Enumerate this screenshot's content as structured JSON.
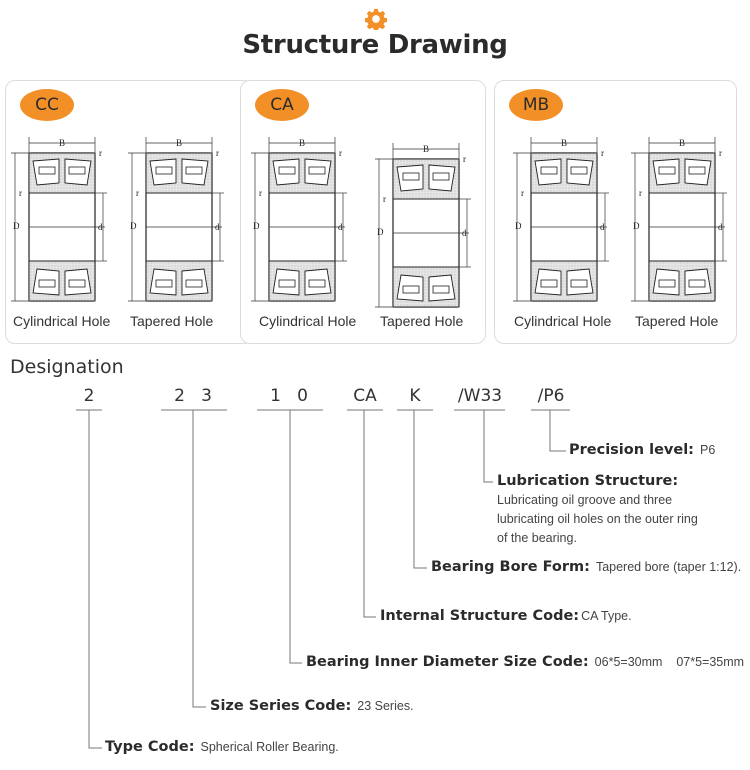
{
  "header": {
    "icon": "gear-icon",
    "title": "Structure Drawing",
    "accent_color": "#f29027"
  },
  "cards": [
    {
      "badge": "CC",
      "drawings": [
        {
          "caption": "Cylindrical Hole"
        },
        {
          "caption": "Tapered Hole"
        }
      ]
    },
    {
      "badge": "CA",
      "drawings": [
        {
          "caption": "Cylindrical Hole"
        },
        {
          "caption": "Tapered Hole"
        }
      ]
    },
    {
      "badge": "MB",
      "drawings": [
        {
          "caption": "Cylindrical Hole"
        },
        {
          "caption": "Tapered Hole"
        }
      ]
    }
  ],
  "drawing_labels": {
    "width": "B",
    "outer_diameter": "D",
    "inner_diameter": "d",
    "radius": "r"
  },
  "designation": {
    "title": "Designation",
    "codes": [
      "2",
      "2   3",
      "1   0",
      "CA",
      "K",
      "/W33",
      "/P6"
    ],
    "items": [
      {
        "label": "Precision level:",
        "value": "P6"
      },
      {
        "label": "Lubrication Structure:",
        "value": "Lubricating oil groove and three lubricating oil holes on the outer ring of the bearing."
      },
      {
        "label": "Bearing Bore Form:",
        "value": "Tapered bore (taper 1:12)."
      },
      {
        "label": "Internal Structure Code:",
        "value": "CA Type."
      },
      {
        "label": "Bearing Inner Diameter Size Code:",
        "value": "06*5=30mm    07*5=35mm"
      },
      {
        "label": "Size Series Code:",
        "value": "23 Series."
      },
      {
        "label": "Type Code:",
        "value": "Spherical Roller Bearing."
      }
    ],
    "lubrication_lines": [
      "Lubricating oil groove and three",
      "lubricating oil holes on the outer ring",
      "of the bearing."
    ]
  }
}
